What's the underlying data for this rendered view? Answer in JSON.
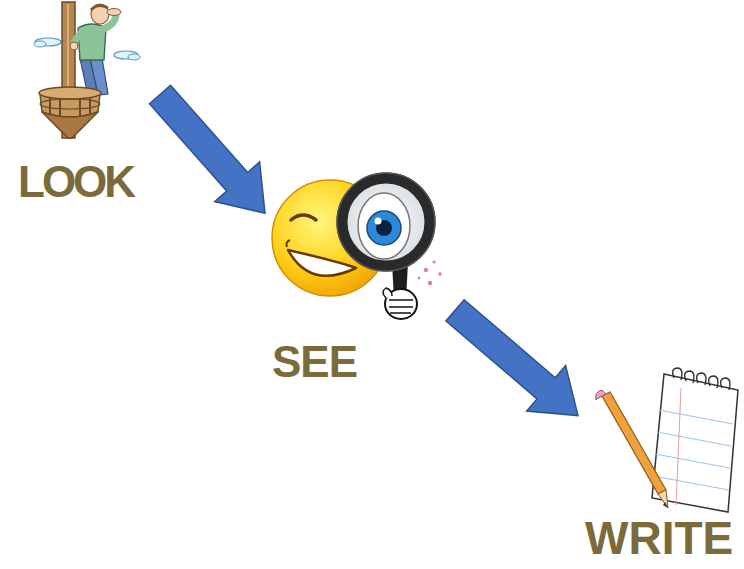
{
  "diagram": {
    "nodes": [
      {
        "text": [
          "LOOK"
        ]
      },
      {
        "text": [
          "SEE"
        ]
      },
      {
        "text": [
          "WRITE"
        ]
      }
    ],
    "edges": [
      {
        "from": 0,
        "to": 1,
        "arrow": "to"
      },
      {
        "from": 1,
        "to": 2,
        "arrow": "to"
      }
    ]
  }
}
